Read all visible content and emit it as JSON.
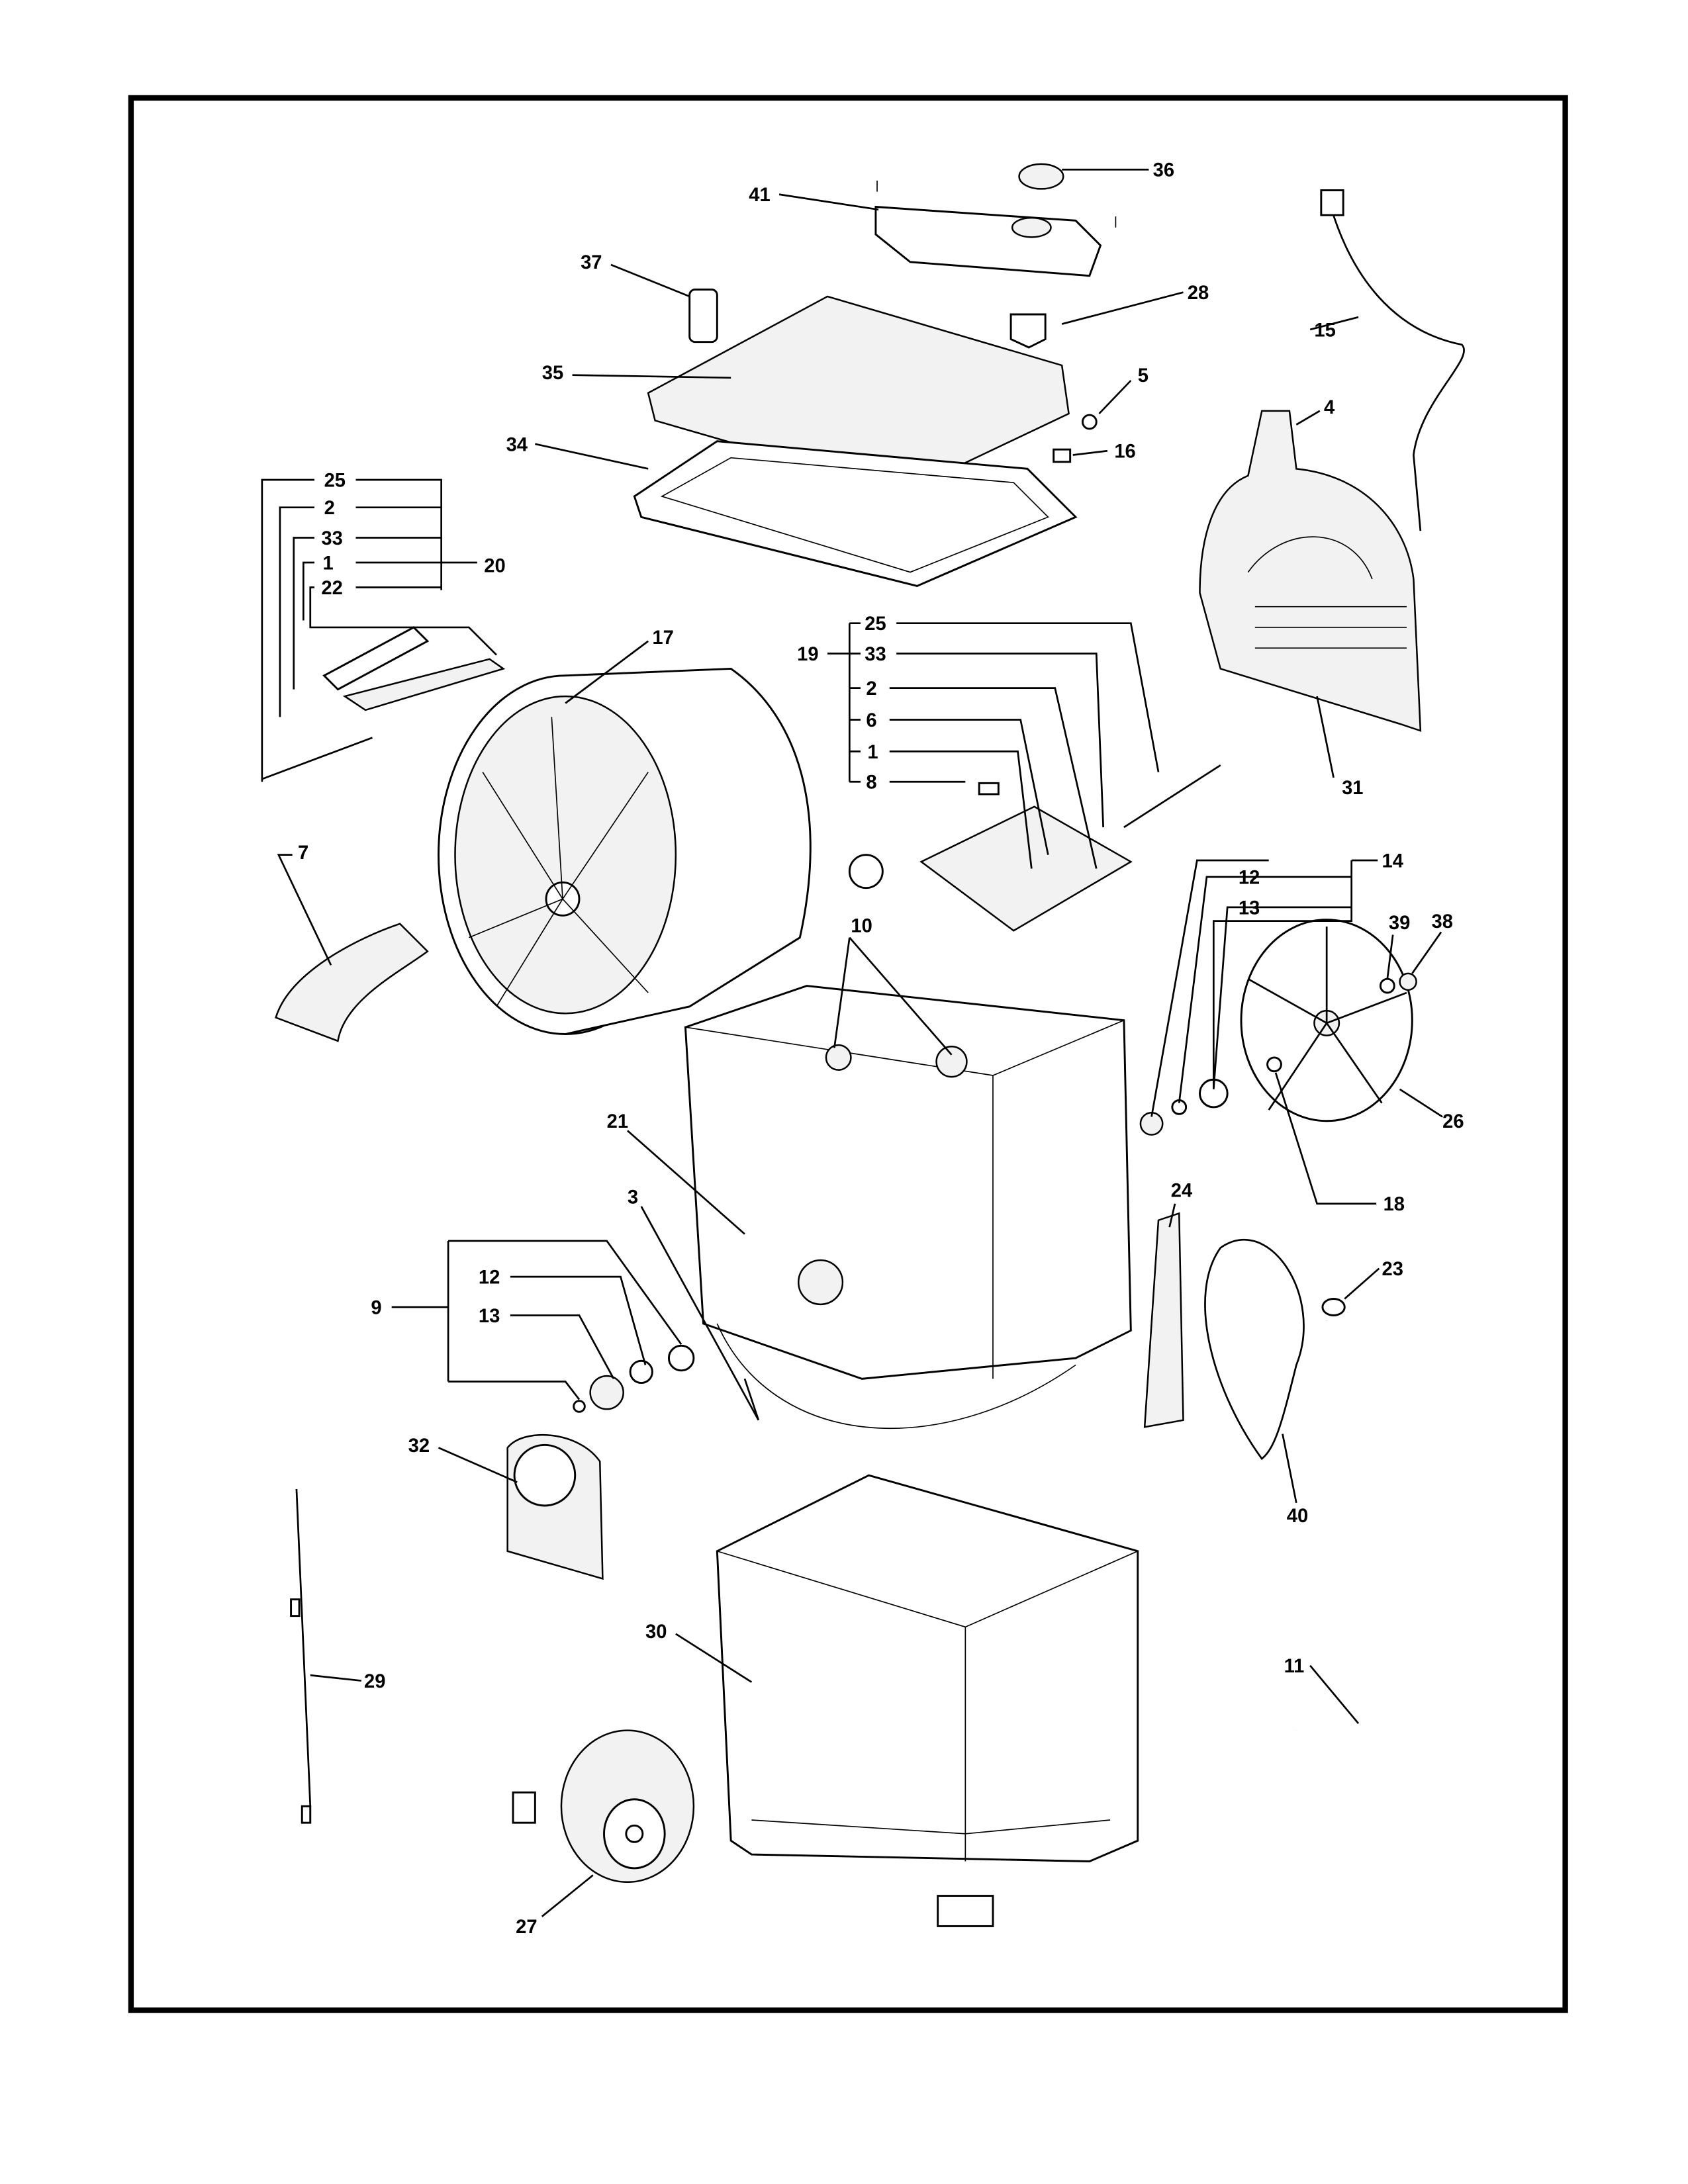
{
  "diagram": {
    "type": "exploded-parts-diagram",
    "part_labels": {
      "p41": "41",
      "p36": "36",
      "p37": "37",
      "p28": "28",
      "p35": "35",
      "p5": "5",
      "p15": "15",
      "p4": "4",
      "p34": "34",
      "p16": "16",
      "g20_25": "25",
      "g20_2": "2",
      "g20_33": "33",
      "g20_1": "1",
      "g20_22": "22",
      "p20": "20",
      "p17": "17",
      "p19": "19",
      "g19_25": "25",
      "g19_33": "33",
      "g19_2": "2",
      "g19_6": "6",
      "g19_1": "1",
      "g19_8": "8",
      "p31": "31",
      "p7": "7",
      "p14": "14",
      "g14_12": "12",
      "g14_13": "13",
      "p10": "10",
      "p39": "39",
      "p38": "38",
      "p26": "26",
      "p21": "21",
      "p3": "3",
      "p18": "18",
      "p24": "24",
      "g9_12": "12",
      "p23": "23",
      "p9": "9",
      "g9_13": "13",
      "p32": "32",
      "p40": "40",
      "p30": "30",
      "p11": "11",
      "p29": "29",
      "p27": "27"
    }
  }
}
